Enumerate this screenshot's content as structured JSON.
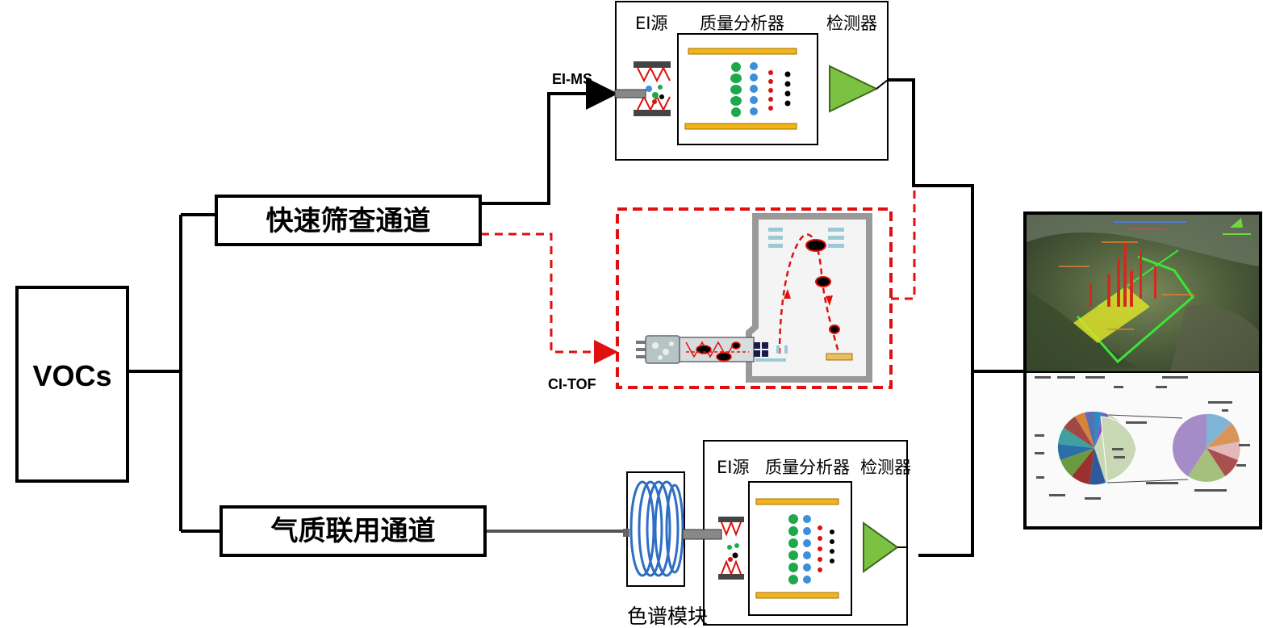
{
  "nodes": {
    "vocs": "VOCs",
    "fast_channel": "快速筛查通道",
    "gcms_channel": "气质联用通道",
    "chromatography_module": "色谱模块"
  },
  "connections": {
    "ei_ms": "EI-MS",
    "ci_tof": "CI-TOF"
  },
  "ei_ms_instrument": {
    "source": "EI源",
    "analyzer": "质量分析器",
    "detector": "检测器"
  },
  "gcms_instrument": {
    "source": "EI源",
    "analyzer": "质量分析器",
    "detector": "检测器"
  },
  "colors": {
    "line": "#000000",
    "dashed_red": "#e01010",
    "analyzer_plate": "#f2b418",
    "detector": "#7cc242",
    "ion_green": "#1ea84c",
    "ion_blue": "#3b8fdc",
    "ion_red": "#e01010",
    "gc_coil": "#2e6fc4"
  },
  "results_panel": {
    "map_image": "satellite map with 3D VOC concentration bars",
    "pie_chart": "VOC composition pie charts"
  }
}
